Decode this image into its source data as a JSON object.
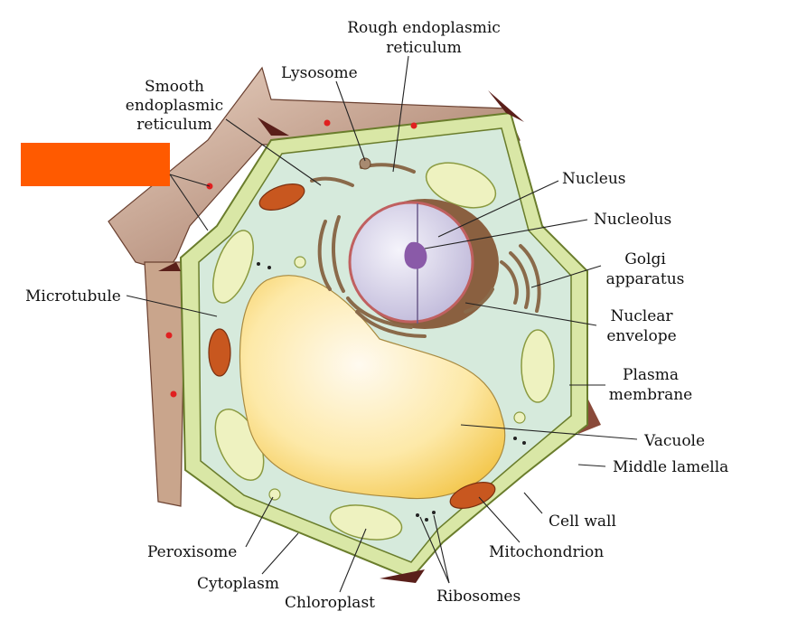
{
  "labels": {
    "rough_er": [
      "Rough endoplasmic",
      "reticulum"
    ],
    "lysosome": "Lysosome",
    "smooth_er": [
      "Smooth",
      "endoplasmic",
      "reticulum"
    ],
    "nucleus": "Nucleus",
    "nucleolus": "Nucleolus",
    "golgi": [
      "Golgi",
      "apparatus"
    ],
    "microtubule": "Microtubule",
    "nuclear_envelope": [
      "Nuclear",
      "envelope"
    ],
    "plasma_membrane": [
      "Plasma",
      "membrane"
    ],
    "vacuole": "Vacuole",
    "middle_lamella": "Middle lamella",
    "cell_wall": "Cell wall",
    "peroxisome": "Peroxisome",
    "mitochondrion": "Mitochondrion",
    "cytoplasm": "Cytoplasm",
    "chloroplast": "Chloroplast",
    "ribosomes": "Ribosomes"
  },
  "colors": {
    "redaction_box": "#ff5a00",
    "cytoplasm": "#d6eadc",
    "cell_wall": "#d9e7a6",
    "wall_outline": "#6a7d2c",
    "neighbor_cell": "#c9a58c",
    "middle_lamella_dark": "#5a1f1a",
    "vacuole": "#fde9a8",
    "nucleus": "#e6e4f2",
    "nucleolus": "#8a5aa8",
    "mitochondrion": "#c8571f",
    "chloroplast": "#eef2c0",
    "red_dot": "#e02020"
  }
}
